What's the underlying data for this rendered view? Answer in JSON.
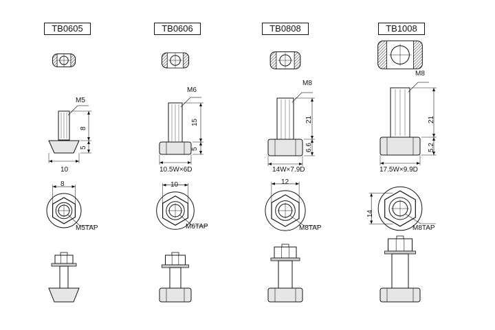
{
  "colors": {
    "line": "#111111",
    "hatch": "#555555",
    "fill_light": "#e6e6e6",
    "fill_mid": "#cfcfcf"
  },
  "parts": [
    {
      "model": "TB0605",
      "thread": "M5",
      "len_dim": "8",
      "head_dim": "5",
      "width_dim": "10",
      "nut_dim": "8",
      "tap": "M5TAP"
    },
    {
      "model": "TB0606",
      "thread": "M6",
      "len_dim": "15",
      "head_dim": "5",
      "width_dim": "10.5W×6D",
      "nut_dim": "10",
      "tap": "M6TAP"
    },
    {
      "model": "TB0808",
      "thread": "M8",
      "len_dim": "21",
      "head_dim": "6.6",
      "width_dim": "14W×7.9D",
      "nut_dim": "12",
      "tap": "M8TAP"
    },
    {
      "model": "TB1008",
      "thread": "M8",
      "len_dim": "21",
      "head_dim": "5.2",
      "width_dim": "17.5W×9.9D",
      "nut_dim": "14",
      "tap": "M8TAP"
    }
  ]
}
